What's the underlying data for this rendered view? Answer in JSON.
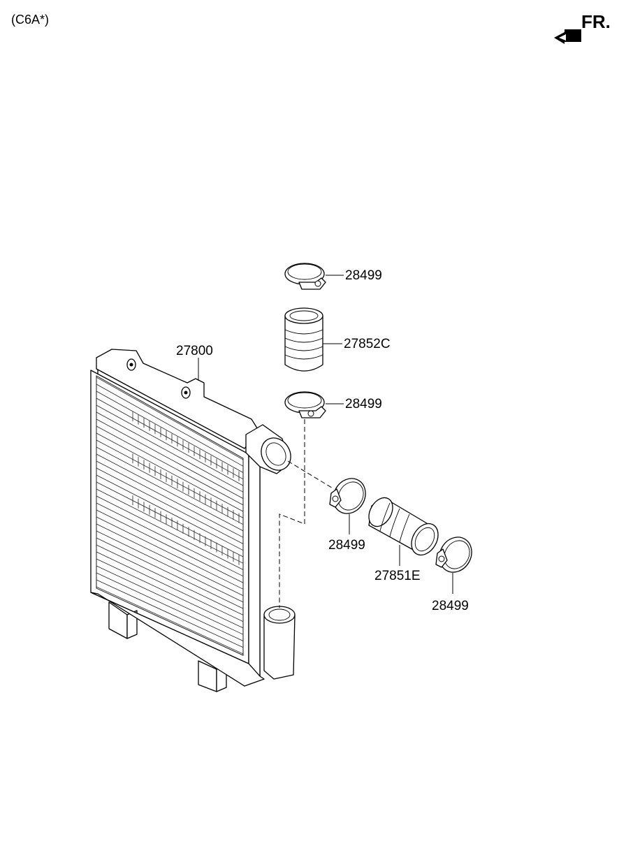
{
  "header": {
    "model_code": "(C6A*)",
    "direction_label": "FR.",
    "direction_icon": "front-arrow-icon"
  },
  "parts": {
    "intercooler": "27800",
    "upper_hose": "27852C",
    "lower_hose": "27851E",
    "clamp_top_1": "28499",
    "clamp_top_2": "28499",
    "clamp_mid": "28499",
    "clamp_lower": "28499"
  }
}
